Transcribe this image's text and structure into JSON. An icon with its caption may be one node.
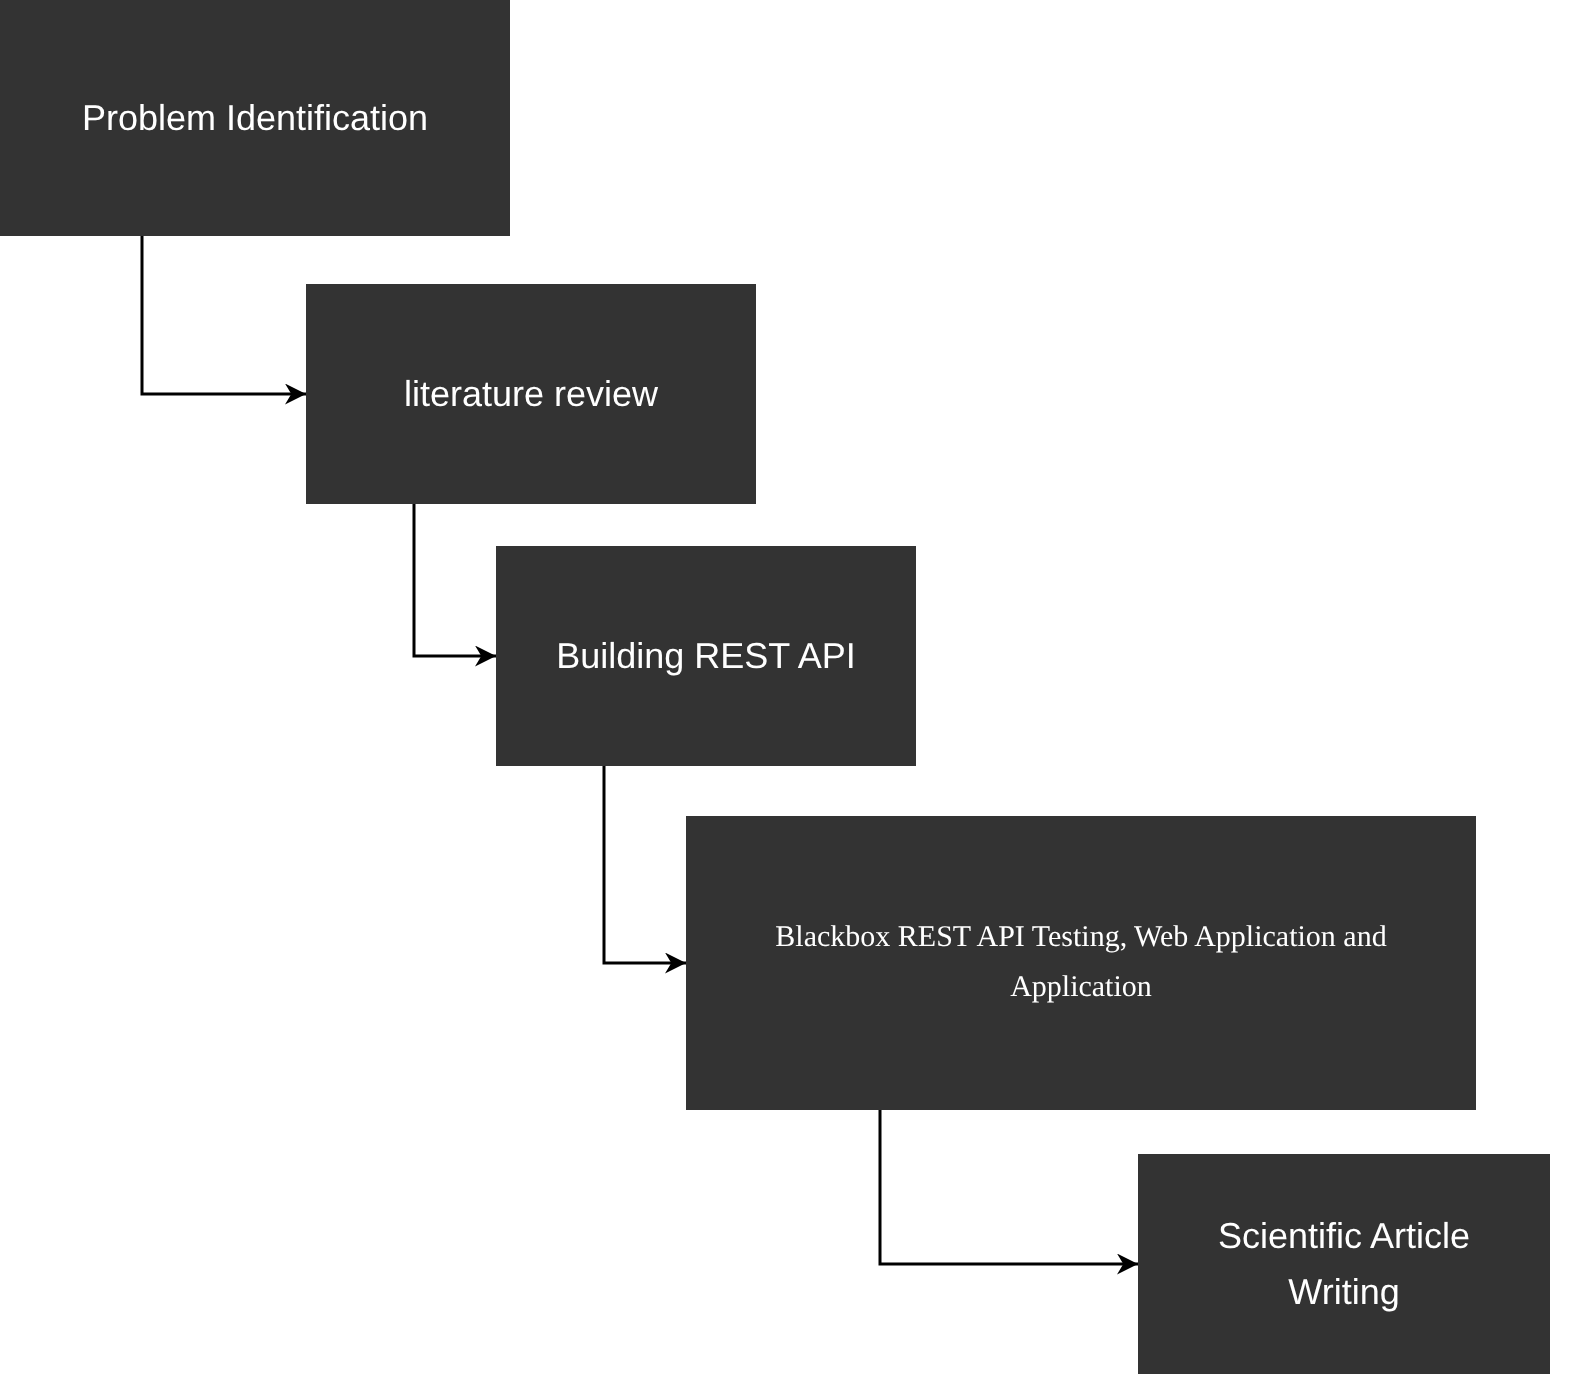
{
  "diagram": {
    "nodes": [
      {
        "text": [
          "Problem Identification"
        ]
      },
      {
        "text": [
          "literature review"
        ]
      },
      {
        "text": [
          "Building REST API"
        ]
      },
      {
        "text": [
          "Blackbox REST API Testing, Web Application and Application"
        ]
      },
      {
        "text": [
          "Scientific Article Writing"
        ]
      }
    ],
    "edges": [
      {
        "from": 0,
        "to": 1,
        "arrow": "to"
      },
      {
        "from": 1,
        "to": 2,
        "arrow": "to"
      },
      {
        "from": 2,
        "to": 3,
        "arrow": "to"
      },
      {
        "from": 3,
        "to": 4,
        "arrow": "to"
      }
    ]
  }
}
